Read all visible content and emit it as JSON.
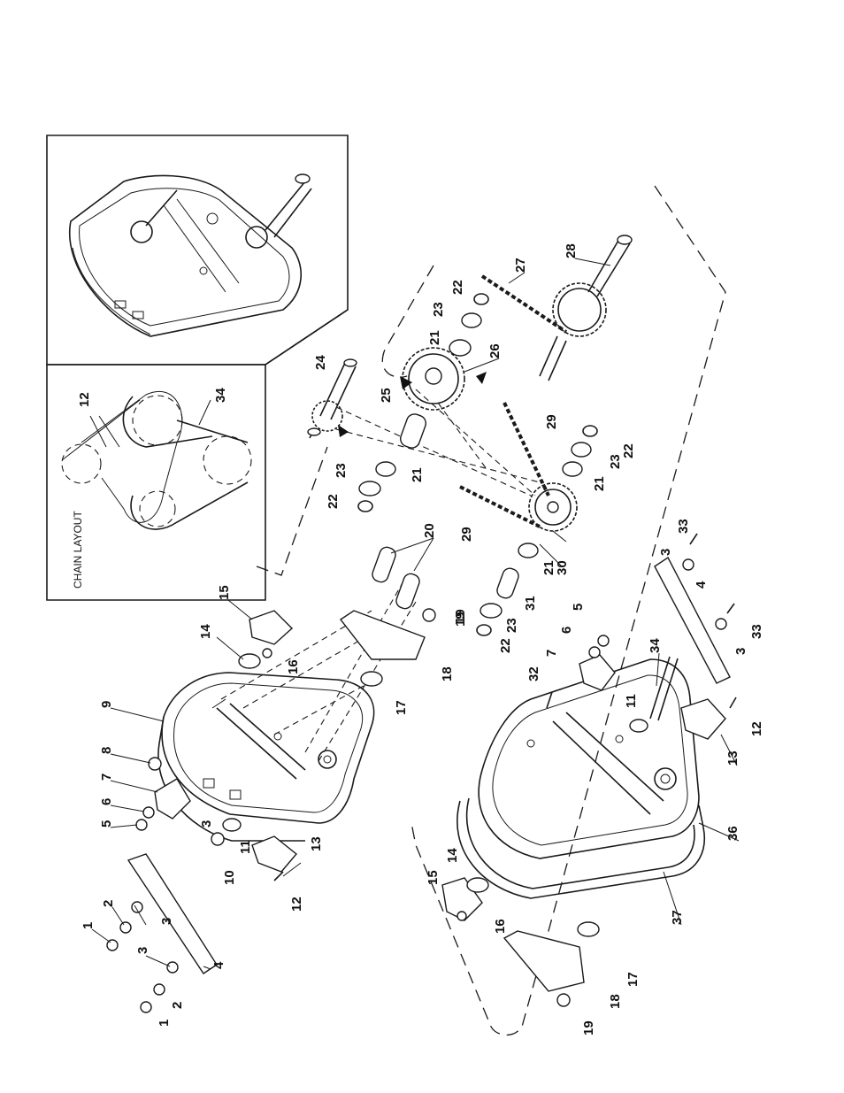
{
  "inset": {
    "caption": "CHAIN LAYOUT",
    "labels": [
      {
        "id": "inset-12",
        "text": "12"
      },
      {
        "id": "inset-34",
        "text": "34"
      }
    ]
  },
  "callouts": [
    {
      "id": "c1a",
      "text": "1"
    },
    {
      "id": "c2a",
      "text": "2"
    },
    {
      "id": "c3a",
      "text": "3"
    },
    {
      "id": "c4a",
      "text": "4"
    },
    {
      "id": "c1b",
      "text": "1"
    },
    {
      "id": "c2b",
      "text": "2"
    },
    {
      "id": "c3b",
      "text": "3"
    },
    {
      "id": "c5a",
      "text": "5"
    },
    {
      "id": "c6a",
      "text": "6"
    },
    {
      "id": "c7a",
      "text": "7"
    },
    {
      "id": "c8a",
      "text": "8"
    },
    {
      "id": "c9a",
      "text": "9"
    },
    {
      "id": "c3c",
      "text": "3"
    },
    {
      "id": "c10a",
      "text": "10"
    },
    {
      "id": "c11a",
      "text": "11"
    },
    {
      "id": "c12a",
      "text": "12"
    },
    {
      "id": "c13a",
      "text": "13"
    },
    {
      "id": "c14a",
      "text": "14"
    },
    {
      "id": "c15a",
      "text": "15"
    },
    {
      "id": "c16a",
      "text": "16"
    },
    {
      "id": "c17a",
      "text": "17"
    },
    {
      "id": "c18a",
      "text": "18"
    },
    {
      "id": "c19a",
      "text": "19"
    },
    {
      "id": "c20a",
      "text": "20"
    },
    {
      "id": "c21a",
      "text": "21"
    },
    {
      "id": "c22a",
      "text": "22"
    },
    {
      "id": "c23a",
      "text": "23"
    },
    {
      "id": "c24a",
      "text": "24"
    },
    {
      "id": "c25a",
      "text": "25"
    },
    {
      "id": "c21b",
      "text": "21"
    },
    {
      "id": "c23b",
      "text": "23"
    },
    {
      "id": "c22b",
      "text": "22"
    },
    {
      "id": "c26a",
      "text": "26"
    },
    {
      "id": "c27a",
      "text": "27"
    },
    {
      "id": "c28a",
      "text": "28"
    },
    {
      "id": "c29a",
      "text": "29"
    },
    {
      "id": "c22c",
      "text": "22"
    },
    {
      "id": "c23c",
      "text": "23"
    },
    {
      "id": "c21c",
      "text": "21"
    },
    {
      "id": "c29b",
      "text": "29"
    },
    {
      "id": "c30a",
      "text": "30"
    },
    {
      "id": "c21d",
      "text": "21"
    },
    {
      "id": "c31a",
      "text": "31"
    },
    {
      "id": "c23d",
      "text": "23"
    },
    {
      "id": "c22d",
      "text": "22"
    },
    {
      "id": "c19b",
      "text": "19"
    },
    {
      "id": "c33a",
      "text": "33"
    },
    {
      "id": "c3d",
      "text": "3"
    },
    {
      "id": "c4b",
      "text": "4"
    },
    {
      "id": "c33b",
      "text": "33"
    },
    {
      "id": "c3e",
      "text": "3"
    },
    {
      "id": "c5b",
      "text": "5"
    },
    {
      "id": "c6b",
      "text": "6"
    },
    {
      "id": "c7b",
      "text": "7"
    },
    {
      "id": "c32a",
      "text": "32"
    },
    {
      "id": "c34a",
      "text": "34"
    },
    {
      "id": "c11b",
      "text": "11"
    },
    {
      "id": "c12b",
      "text": "12"
    },
    {
      "id": "c13b",
      "text": "13"
    },
    {
      "id": "c36a",
      "text": "36"
    },
    {
      "id": "c37a",
      "text": "37"
    },
    {
      "id": "c15b",
      "text": "15"
    },
    {
      "id": "c14b",
      "text": "14"
    },
    {
      "id": "c16b",
      "text": "16"
    },
    {
      "id": "c17b",
      "text": "17"
    },
    {
      "id": "c18b",
      "text": "18"
    },
    {
      "id": "c19c",
      "text": "19"
    }
  ]
}
